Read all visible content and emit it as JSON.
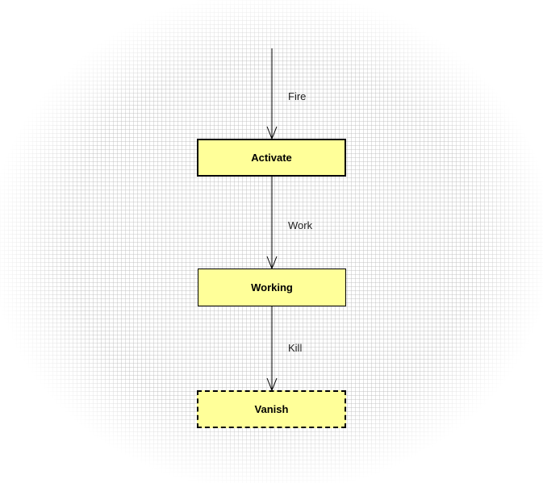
{
  "diagram": {
    "nodes": [
      {
        "id": "activate",
        "label": "Activate",
        "border": "solid-thick"
      },
      {
        "id": "working",
        "label": "Working",
        "border": "solid"
      },
      {
        "id": "vanish",
        "label": "Vanish",
        "border": "dashed"
      }
    ],
    "edges": [
      {
        "from": "start",
        "to": "activate",
        "label": "Fire"
      },
      {
        "from": "activate",
        "to": "working",
        "label": "Work"
      },
      {
        "from": "working",
        "to": "vanish",
        "label": "Kill"
      }
    ],
    "colors": {
      "node_fill": "#ffff99",
      "stroke": "#000000"
    }
  }
}
